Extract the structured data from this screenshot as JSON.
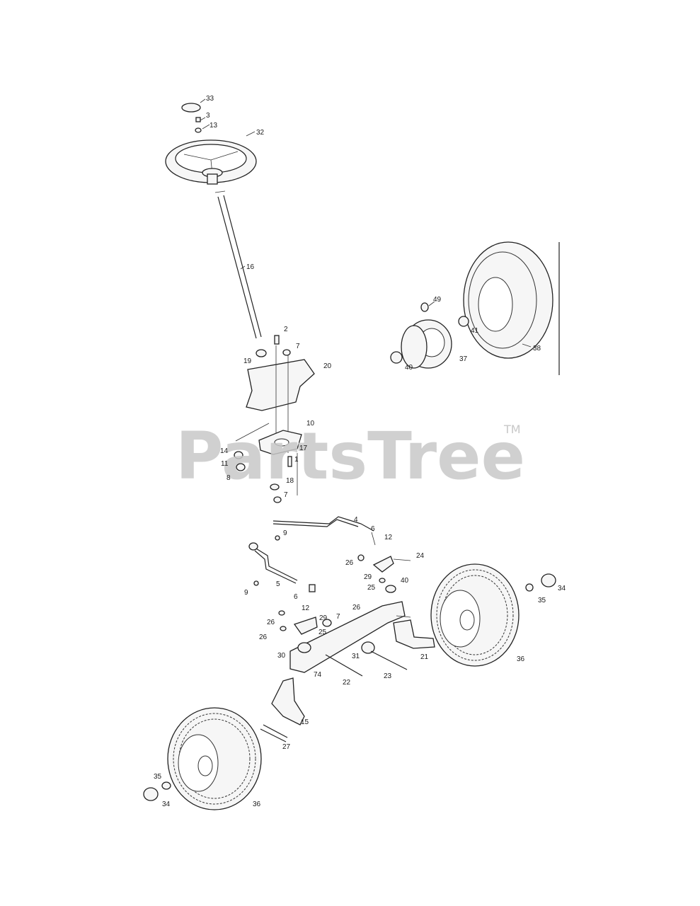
{
  "watermark": {
    "brand": "PartsTree",
    "trademark": "TM"
  },
  "callouts": {
    "c33": "33",
    "c3": "3",
    "c13": "13",
    "c32": "32",
    "c16": "16",
    "c2": "2",
    "c7a": "7",
    "c19": "19",
    "c20": "20",
    "c10": "10",
    "c14": "14",
    "c17": "17",
    "c11": "11",
    "c1": "1",
    "c8": "8",
    "c18": "18",
    "c7b": "7",
    "c49": "49",
    "c41": "41",
    "c38": "38",
    "c37": "37",
    "c40a": "40",
    "c4": "4",
    "c6a": "6",
    "c12a": "12",
    "c9a": "9",
    "c24": "24",
    "c26a": "26",
    "c29a": "29",
    "c25a": "25",
    "c40b": "40",
    "c5": "5",
    "c9b": "9",
    "c6b": "6",
    "c12b": "12",
    "c29b": "29",
    "c7c": "7",
    "c26b": "26",
    "c26c": "26",
    "c25b": "25",
    "c26d": "26",
    "c34a": "34",
    "c35a": "35",
    "c30": "30",
    "c31": "31",
    "c21": "21",
    "c36a": "36",
    "c74": "74",
    "c22": "22",
    "c23": "23",
    "c15": "15",
    "c27": "27",
    "c35b": "35",
    "c34b": "34",
    "c36b": "36"
  }
}
